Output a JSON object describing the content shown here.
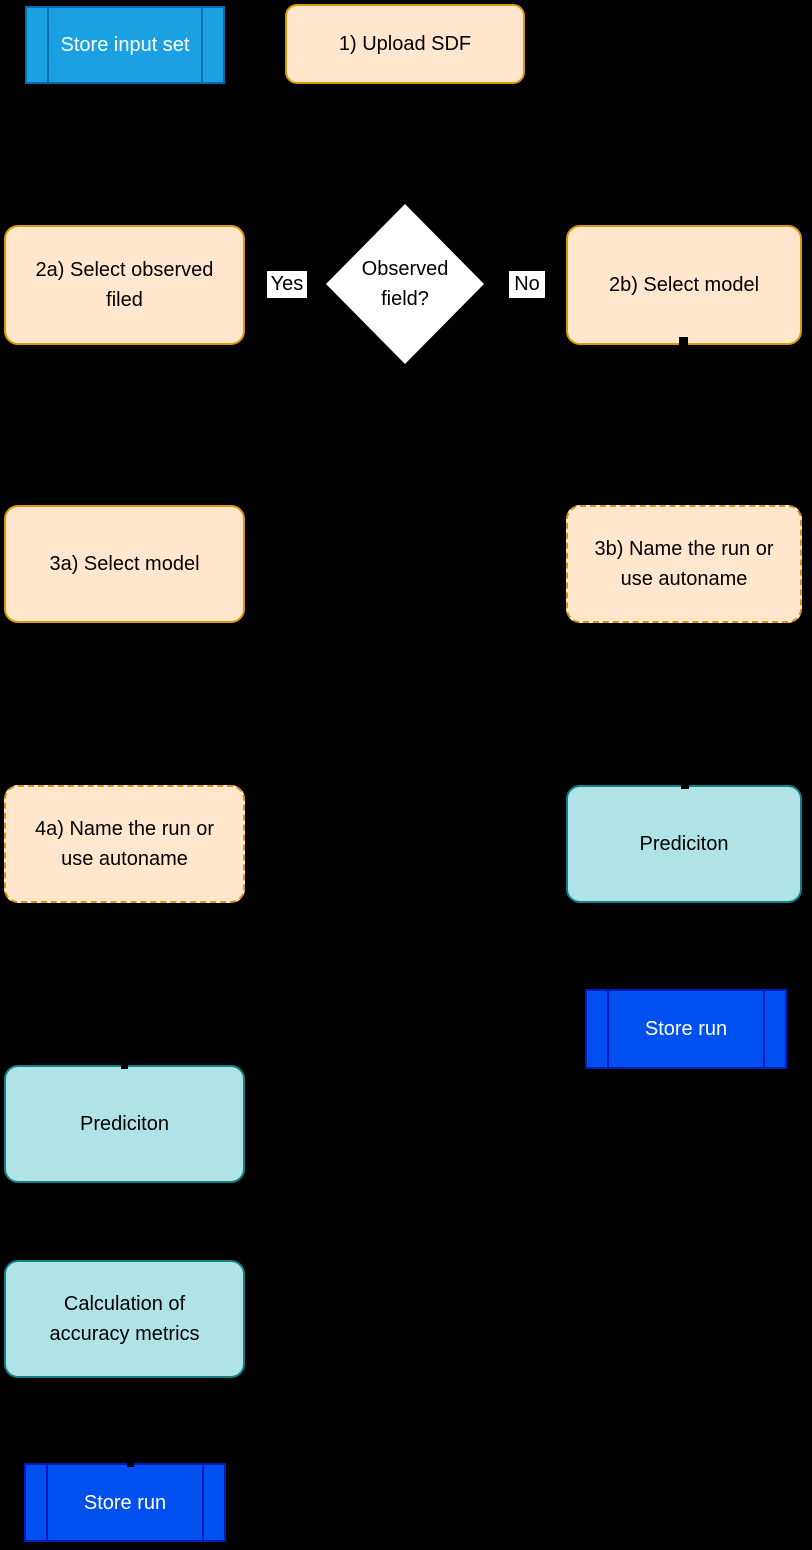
{
  "diagram": {
    "background_color": "#000000",
    "colors": {
      "step_fill": "#FFE6CC",
      "step_stroke": "#D79B00",
      "teal_fill": "#B0E3E5",
      "teal_stroke": "#0E8088",
      "lightblue_fill": "#1BA1E2",
      "lightblue_stroke": "#006EAF",
      "brightblue_fill": "#0050EF",
      "brightblue_stroke": "#001DBC",
      "decision_fill": "#FFFFFF"
    }
  },
  "nodes": {
    "store_input_set": {
      "label": "Store input set",
      "shape": "predefined-process"
    },
    "upload_sdf": {
      "label": "1) Upload SDF",
      "shape": "rounded-rect"
    },
    "observed_field": {
      "label": "Observed field?",
      "shape": "decision-diamond"
    },
    "select_observed_field": {
      "label": "2a) Select observed filed",
      "shape": "rounded-rect"
    },
    "select_model_b": {
      "label": "2b) Select model",
      "shape": "rounded-rect"
    },
    "select_model_a": {
      "label": "3a) Select model",
      "shape": "rounded-rect"
    },
    "name_run_b": {
      "label": "3b) Name the run or use autoname",
      "shape": "rounded-rect-dashed"
    },
    "name_run_a": {
      "label": "4a) Name the run or use autoname",
      "shape": "rounded-rect-dashed"
    },
    "prediction_right": {
      "label": "Prediciton",
      "shape": "rounded-rect"
    },
    "store_run_right": {
      "label": "Store run",
      "shape": "predefined-process"
    },
    "prediction_left": {
      "label": "Prediciton",
      "shape": "rounded-rect"
    },
    "calculation_metrics": {
      "label": "Calculation of accuracy metrics",
      "shape": "rounded-rect"
    },
    "store_run_left": {
      "label": "Store run",
      "shape": "predefined-process"
    }
  },
  "edge_labels": {
    "yes": "Yes",
    "no": "No"
  }
}
